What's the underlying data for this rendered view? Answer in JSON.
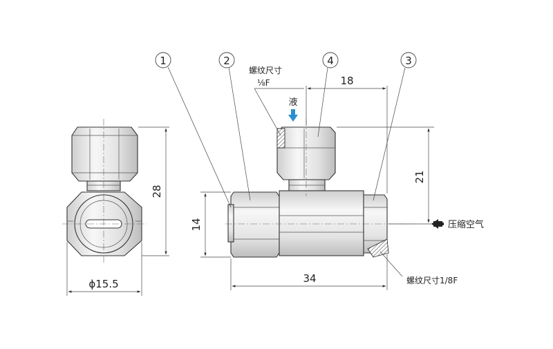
{
  "part_numbers": [
    "1",
    "2",
    "4",
    "3"
  ],
  "dimensions": {
    "height_overall": "28",
    "hex_height": "14",
    "diameter": "ϕ15.5",
    "length_overall": "34",
    "top_offset": "18",
    "height_right": "21"
  },
  "labels": {
    "thread_size": "螺纹尺寸",
    "thread_value": "⅛F",
    "liquid": "液",
    "compressed_air": "压缩空气",
    "thread_bottom": "螺纹尺寸1/8F"
  },
  "colors": {
    "liquid_arrow": "#2a8fd0",
    "line": "#333333"
  }
}
